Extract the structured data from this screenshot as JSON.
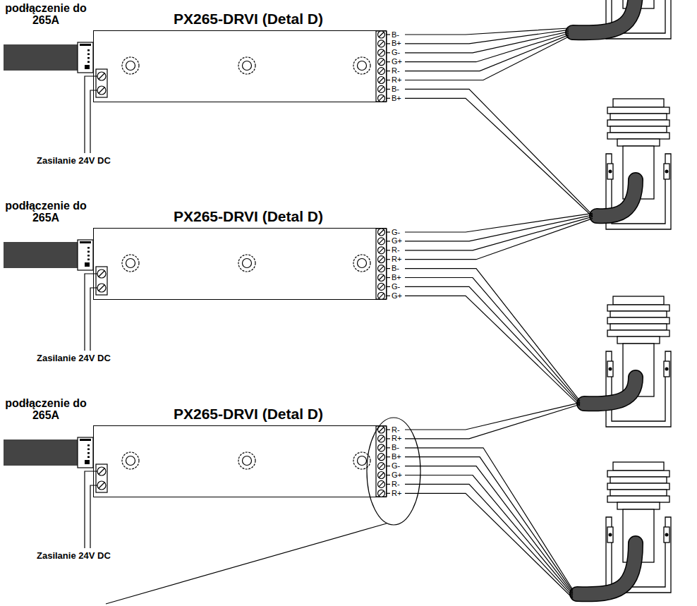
{
  "diagram": {
    "nodes": [
      {
        "text": [
          "PX265-DRVI (Detal D)"
        ]
      },
      {
        "text": [
          "PX265-DRVI (Detal D)"
        ]
      },
      {
        "text": [
          "PX265-DRVI (Detal D)"
        ]
      }
    ],
    "labels": [
      "podłączenie do 265A",
      "B-",
      "B+",
      "G-",
      "G+",
      "R-",
      "R+",
      "B-",
      "B+",
      "Zasilanie 24V DC",
      "podłączenie do 265A",
      "G-",
      "G+",
      "R-",
      "R+",
      "B-",
      "B+",
      "G-",
      "G+",
      "Zasilanie 24V DC",
      "podłączenie do 265A",
      "R-",
      "R+",
      "B-",
      "B+",
      "G-",
      "G+",
      "R-",
      "R+",
      "Zasilanie 24V DC"
    ]
  }
}
